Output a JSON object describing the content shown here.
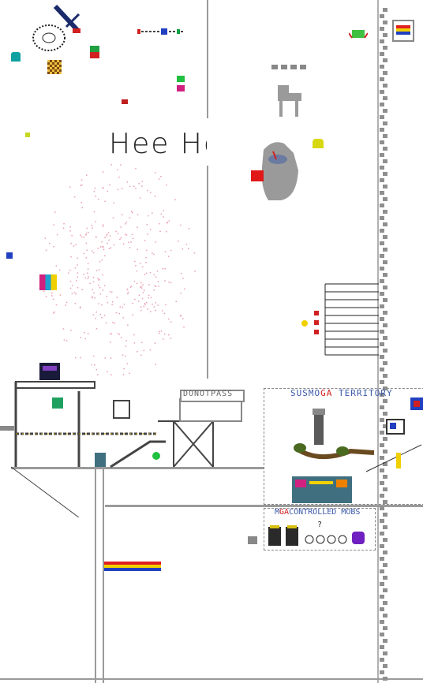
{
  "canvas": {
    "background": "#ffffff",
    "grid_line_color": "#9a9a9a"
  },
  "texts": {
    "scribble": "Hee He",
    "do_not_pass": "DONOTPASS",
    "sus_territory_prefix": "SUSMO",
    "sus_territory_highlight": "GA",
    "sus_territory_suffix": " TERRITORY",
    "controlled_prefix": "M",
    "controlled_highlight": "GA",
    "controlled_suffix": "CONTROLLED MOBS",
    "question_mark": "?"
  },
  "colors": {
    "crewmate_gray": "#8f8f8f",
    "flag_red": "#e02020",
    "flag_yellow": "#f0d000",
    "flag_blue": "#2040c0",
    "territory_text": "#3b5aa8",
    "highlight_red": "#d02020"
  },
  "icons": [
    "sword-icon",
    "crewmate-icon",
    "ghost-icon",
    "flag-icon",
    "house-icon"
  ]
}
